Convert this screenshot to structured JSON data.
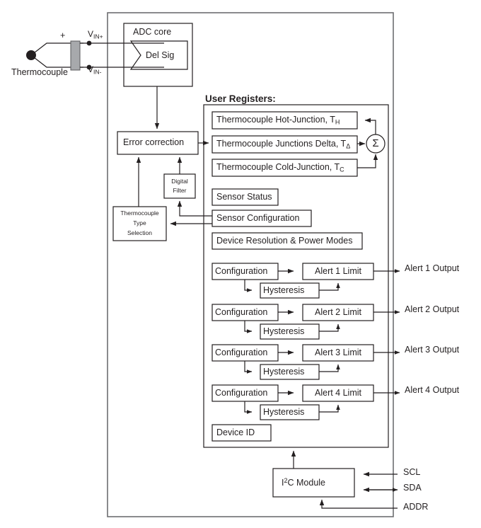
{
  "diagram": {
    "title": "Thermocouple Sensor Functional Block Diagram",
    "colors": {
      "line": "#231f20",
      "text": "#231f20",
      "connector_fill": "#a7a9ac",
      "device_border": "#6d6e71",
      "background": "#ffffff"
    }
  },
  "input": {
    "sensor_label": "Thermocouple",
    "plus_sign": "+",
    "vin_plus": "V",
    "vin_plus_sub": "IN+",
    "vin_minus": "V",
    "vin_minus_sub": "IN-",
    "connector_name": "terminal-block"
  },
  "adc": {
    "title": "ADC core",
    "modulator": "Del Sig"
  },
  "blocks": {
    "error_correction": "Error correction",
    "digital_filter_line1": "Digital",
    "digital_filter_line2": "Filter",
    "type_selection_line1": "Thermocouple",
    "type_selection_line2": "Type",
    "type_selection_line3": "Selection",
    "i2c_module": "I",
    "i2c_module_sup": "2",
    "i2c_module_rest": "C Module"
  },
  "registers": {
    "heading": "User Registers:",
    "hot_junction": "Thermocouple Hot-Junction, T",
    "hot_junction_sub": "H",
    "junctions_delta": "Thermocouple Junctions Delta, T",
    "junctions_delta_sub": "Δ",
    "cold_junction": "Thermocouple Cold-Junction, T",
    "cold_junction_sub": "C",
    "sum_symbol": "Σ",
    "sensor_status": "Sensor Status",
    "sensor_configuration": "Sensor Configuration",
    "device_resolution": "Device Resolution & Power Modes",
    "device_id": "Device ID"
  },
  "alerts": [
    {
      "configuration": "Configuration",
      "hysteresis": "Hysteresis",
      "limit": "Alert 1 Limit",
      "output": "Alert 1 Output"
    },
    {
      "configuration": "Configuration",
      "hysteresis": "Hysteresis",
      "limit": "Alert 2 Limit",
      "output": "Alert 2 Output"
    },
    {
      "configuration": "Configuration",
      "hysteresis": "Hysteresis",
      "limit": "Alert 3 Limit",
      "output": "Alert 3 Output"
    },
    {
      "configuration": "Configuration",
      "hysteresis": "Hysteresis",
      "limit": "Alert 4 Limit",
      "output": "Alert 4 Output"
    }
  ],
  "bus_pins": {
    "scl": "SCL",
    "sda": "SDA",
    "addr": "ADDR"
  }
}
